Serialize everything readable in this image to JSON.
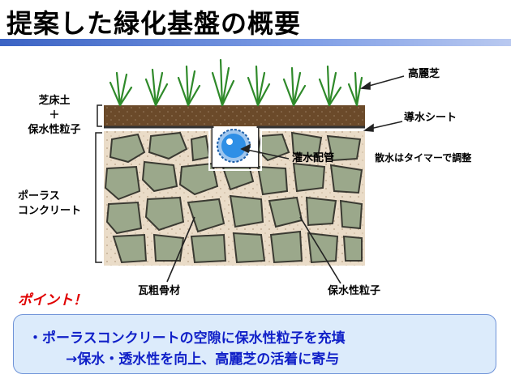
{
  "title": "提案した緑化基盤の概要",
  "labels": {
    "turf": "高麗芝",
    "soil_line1": "芝床土",
    "soil_line2": "＋",
    "soil_line3": "保水性粒子",
    "drain_sheet": "導水シート",
    "irrigation_pipe": "灌水配管",
    "timer_note": "散水はタイマーで調整",
    "porous_line1": "ポーラス",
    "porous_line2": "コンクリート",
    "aggregate": "瓦粗骨材",
    "particles": "保水性粒子"
  },
  "point_heading": "ポイント！",
  "summary": {
    "line1": "・ポーラスコンクリートの空隙に保水性粒子を充填",
    "line2": "→保水・透水性を向上、高麗芝の活着に寄与"
  },
  "colors": {
    "title_bar": "#3b63c4",
    "point": "#e00000",
    "summary_text": "#1020c8",
    "summary_bg": "#dcebfb",
    "pipe": "#2f8fe6",
    "turf": "#2f8a2a",
    "soil": "#6b4a2a",
    "concrete_bg": "#e8d8c4",
    "stone": "#9aa58a"
  }
}
